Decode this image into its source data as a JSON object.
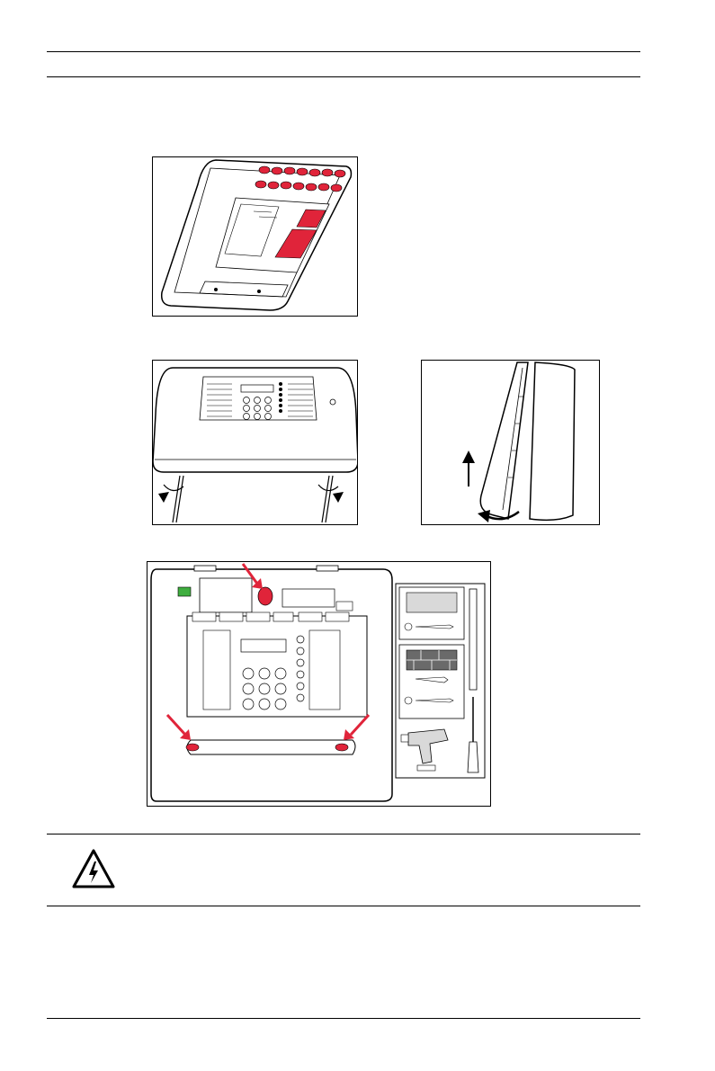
{
  "page": {
    "figures": [
      {
        "name": "enclosure-knockouts-figure"
      },
      {
        "name": "front-cover-screws-figure"
      },
      {
        "name": "cover-removal-figure"
      },
      {
        "name": "mounting-figure"
      }
    ]
  },
  "icons": {
    "warning": "electric-hazard-warning-icon",
    "drill": "drill-icon",
    "screwdriver": "screwdriver-icon",
    "drill_bit": "drill-bit-icon",
    "wood_screw": "wood-screw-icon",
    "wall_plug": "wall-plug-icon"
  },
  "colors": {
    "highlight": "#e0243a",
    "line": "#000000",
    "panel_green": "#3fae3f"
  }
}
